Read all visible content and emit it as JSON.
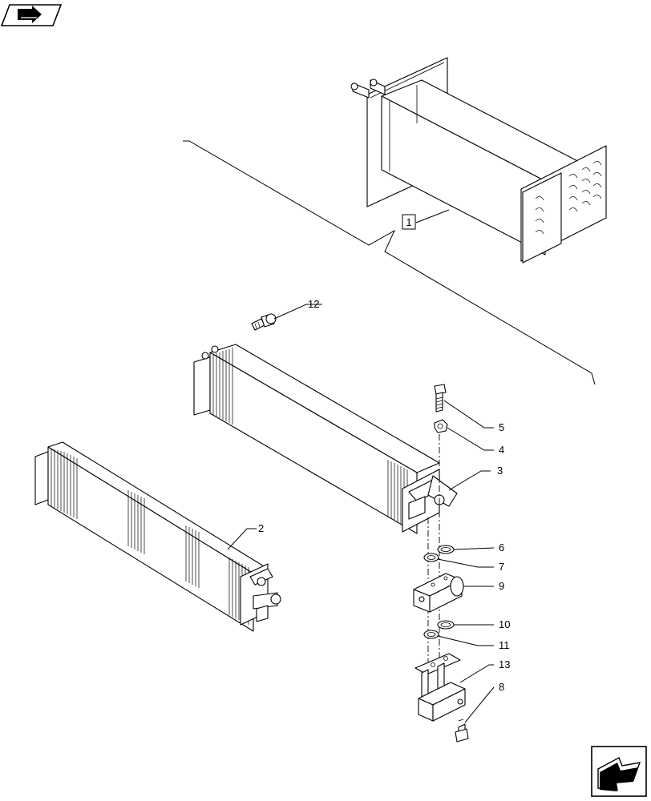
{
  "callouts": [
    {
      "id": "1",
      "label": "1",
      "boxed": true
    },
    {
      "id": "2",
      "label": "2"
    },
    {
      "id": "3",
      "label": "3"
    },
    {
      "id": "4",
      "label": "4"
    },
    {
      "id": "5",
      "label": "5"
    },
    {
      "id": "6",
      "label": "6"
    },
    {
      "id": "7",
      "label": "7"
    },
    {
      "id": "8",
      "label": "8"
    },
    {
      "id": "9",
      "label": "9"
    },
    {
      "id": "10",
      "label": "10"
    },
    {
      "id": "11",
      "label": "11"
    },
    {
      "id": "12",
      "label": "12"
    },
    {
      "id": "13",
      "label": "13"
    }
  ],
  "navigation": {
    "top_left_icon": "arrow-right-icon",
    "bottom_right_icon": "arrow-left-down-icon"
  },
  "colors": {
    "line": "#000000",
    "background": "#ffffff"
  }
}
